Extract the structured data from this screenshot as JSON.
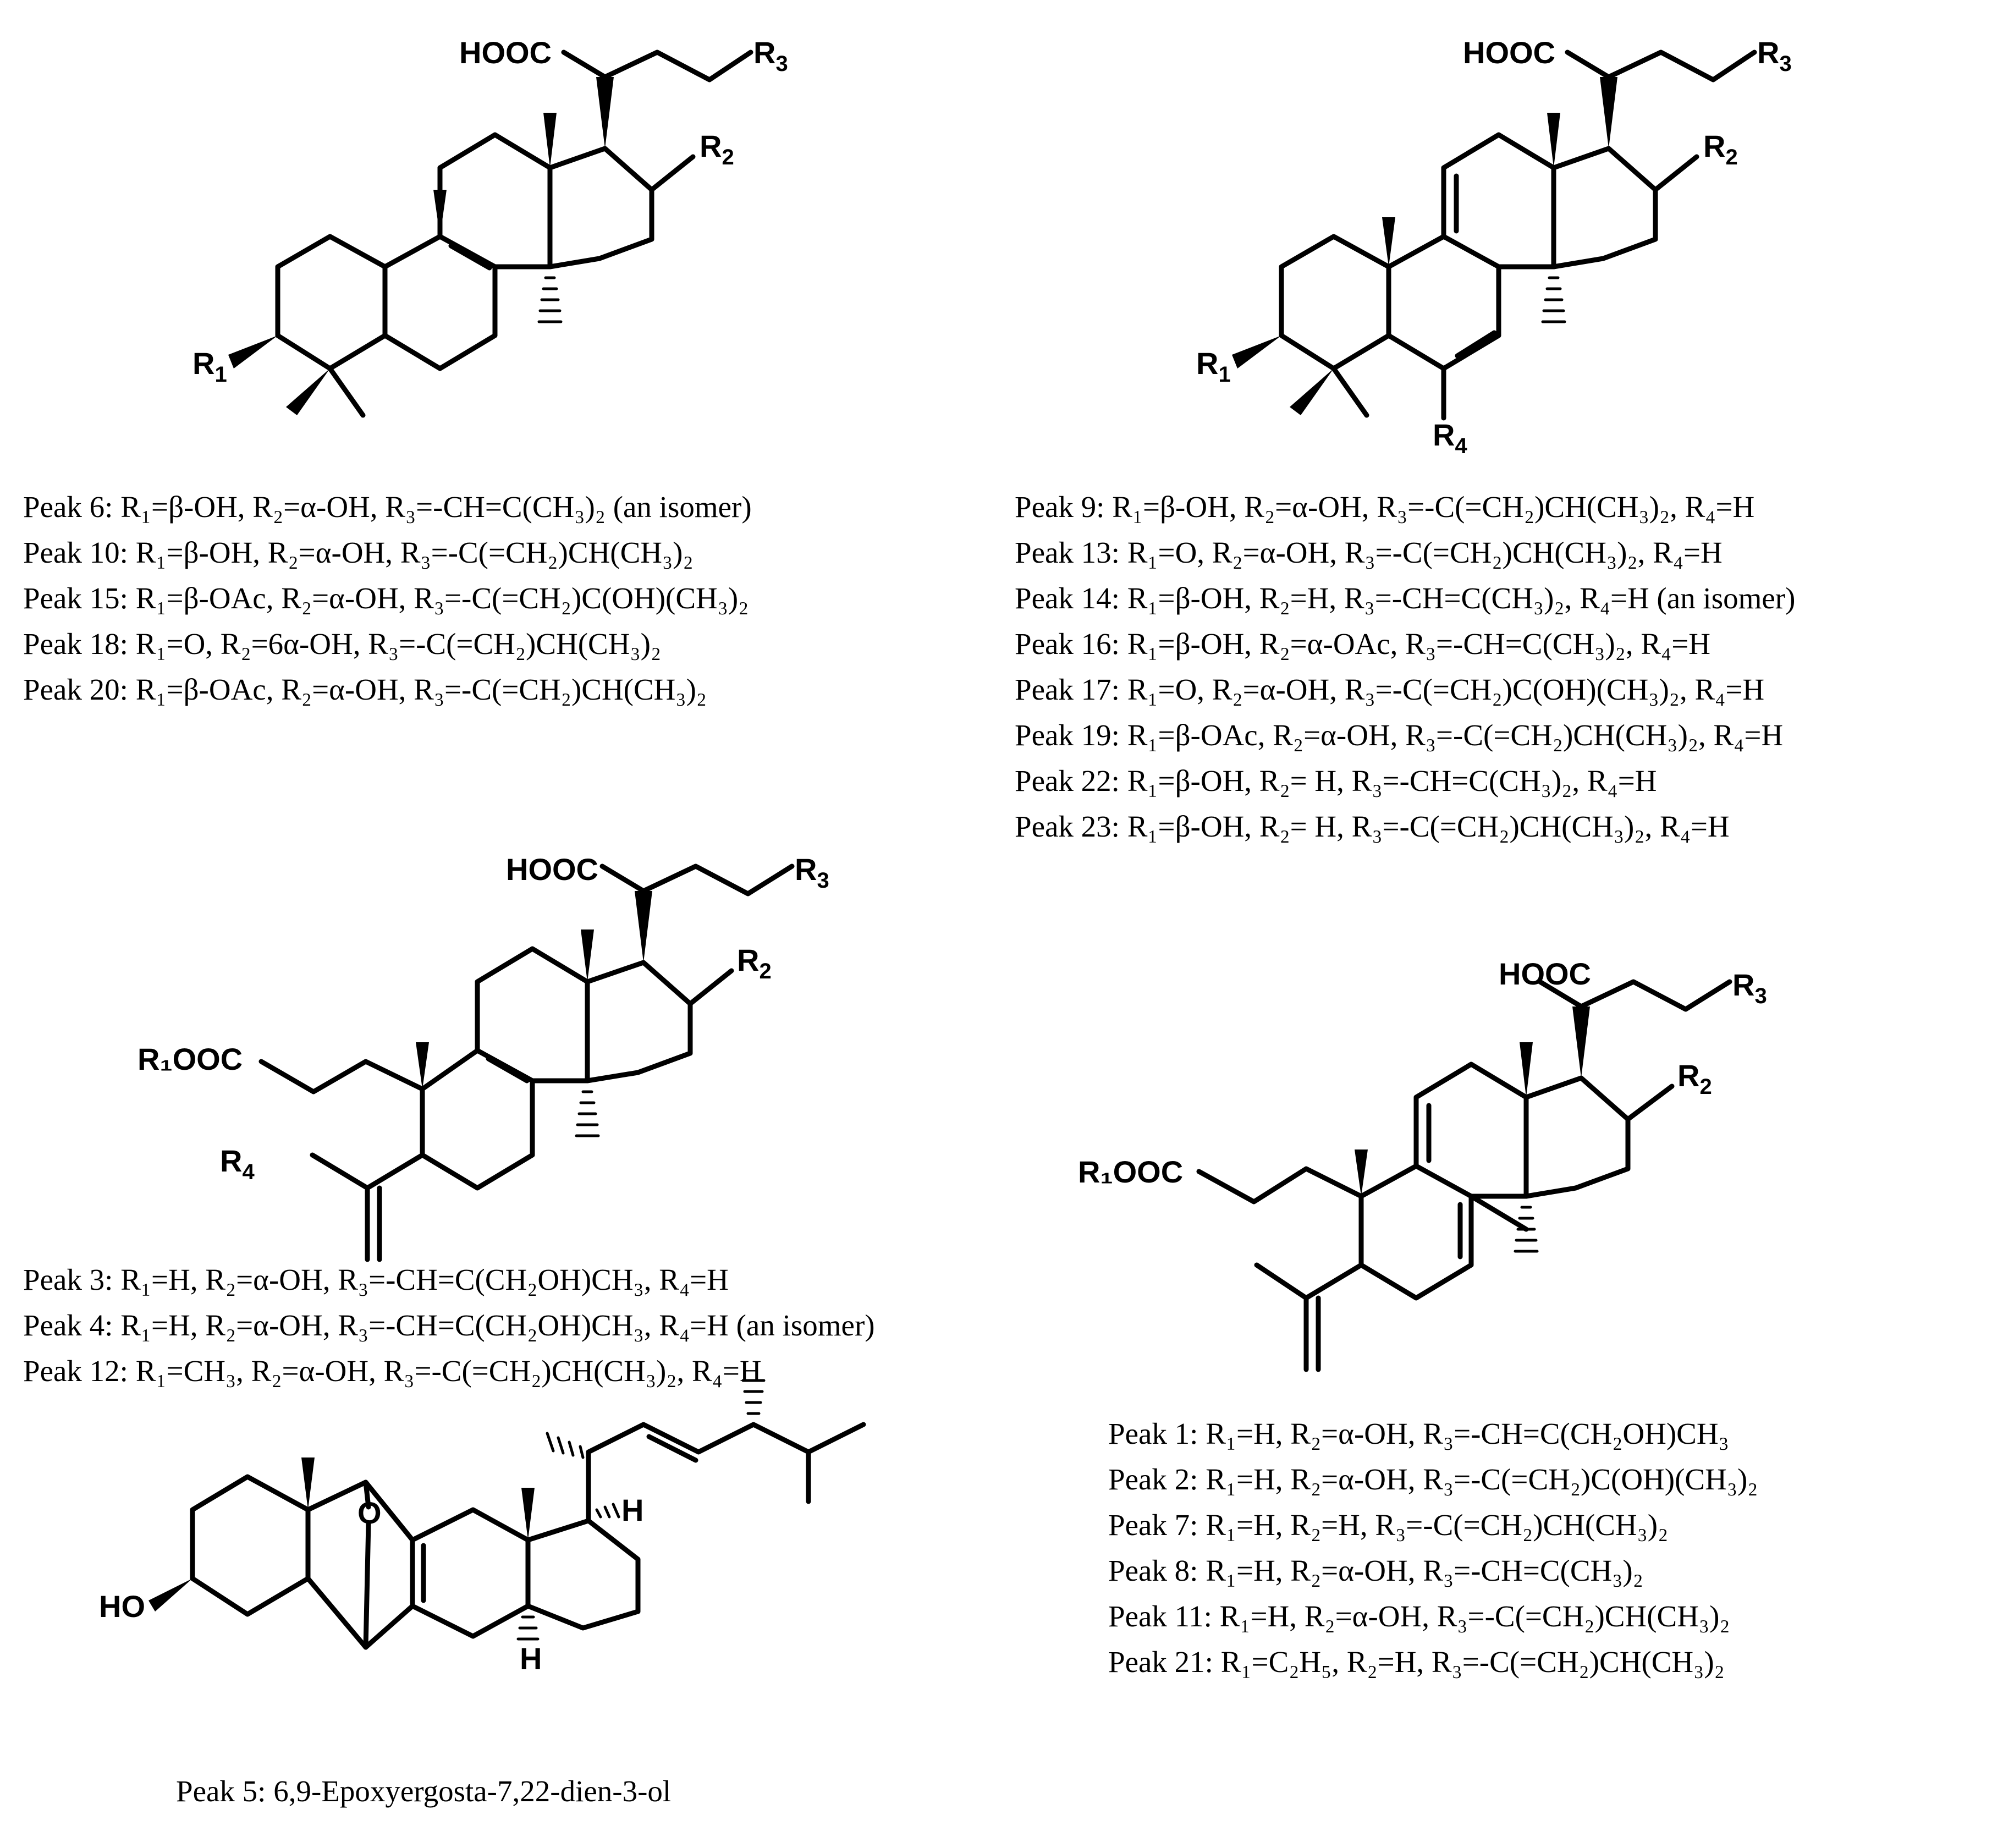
{
  "labels": {
    "HOOC": "HOOC",
    "R1": "R",
    "R1_sub": "1",
    "R2": "R",
    "R2_sub": "2",
    "R3": "R",
    "R3_sub": "3",
    "R4": "R",
    "R4_sub": "4",
    "R1OOC": "R₁OOC",
    "HO": "HO",
    "O": "O",
    "H": "H"
  },
  "structure_A": {
    "captions": [
      "Peak 6: R₁=β-OH, R₂=α-OH, R₃=-CH=C(CH₃)₂ (an isomer)",
      "Peak 10: R₁=β-OH, R₂=α-OH, R₃=-C(=CH₂)CH(CH₃)₂",
      "Peak 15: R₁=β-OAc, R₂=α-OH, R₃=-C(=CH₂)C(OH)(CH₃)₂",
      "Peak 18: R₁=O, R₂=6α-OH, R₃=-C(=CH₂)CH(CH₃)₂",
      "Peak 20: R₁=β-OAc, R₂=α-OH, R₃=-C(=CH₂)CH(CH₃)₂"
    ]
  },
  "structure_B": {
    "captions": [
      "Peak 9: R₁=β-OH, R₂=α-OH, R₃=-C(=CH₂)CH(CH₃)₂, R₄=H",
      "Peak 13: R₁=O, R₂=α-OH, R₃=-C(=CH₂)CH(CH₃)₂, R₄=H",
      "Peak 14: R₁=β-OH, R₂=H, R₃=-CH=C(CH₃)₂, R₄=H (an isomer)",
      "Peak 16: R₁=β-OH, R₂=α-OAc, R₃=-CH=C(CH₃)₂, R₄=H",
      "Peak 17: R₁=O, R₂=α-OH, R₃=-C(=CH₂)C(OH)(CH₃)₂, R₄=H",
      "Peak 19: R₁=β-OAc, R₂=α-OH, R₃=-C(=CH₂)CH(CH₃)₂, R₄=H",
      "Peak 22: R₁=β-OH, R₂= H, R₃=-CH=C(CH₃)₂, R₄=H",
      "Peak 23: R₁=β-OH, R₂= H, R₃=-C(=CH₂)CH(CH₃)₂, R₄=H"
    ]
  },
  "structure_C": {
    "captions": [
      "Peak 3: R₁=H, R₂=α-OH, R₃=-CH=C(CH₂OH)CH₃, R₄=H",
      "Peak 4: R₁=H, R₂=α-OH, R₃=-CH=C(CH₂OH)CH₃, R₄=H (an isomer)",
      "Peak 12: R₁=CH₃, R₂=α-OH, R₃=-C(=CH₂)CH(CH₃)₂, R₄=H"
    ]
  },
  "structure_D": {
    "captions": [
      "Peak 1: R₁=H, R₂=α-OH, R₃=-CH=C(CH₂OH)CH₃",
      "Peak 2: R₁=H, R₂=α-OH, R₃=-C(=CH₂)C(OH)(CH₃)₂",
      "Peak 7: R₁=H, R₂=H, R₃=-C(=CH₂)CH(CH₃)₂",
      "Peak 8: R₁=H, R₂=α-OH, R₃=-CH=C(CH₃)₂",
      "Peak 11: R₁=H, R₂=α-OH, R₃=-C(=CH₂)CH(CH₃)₂",
      "Peak 21: R₁=C₂H₅, R₂=H, R₃=-C(=CH₂)CH(CH₃)₂"
    ]
  },
  "structure_E": {
    "caption": "Peak 5: 6,9-Epoxyergosta-7,22-dien-3-ol"
  }
}
